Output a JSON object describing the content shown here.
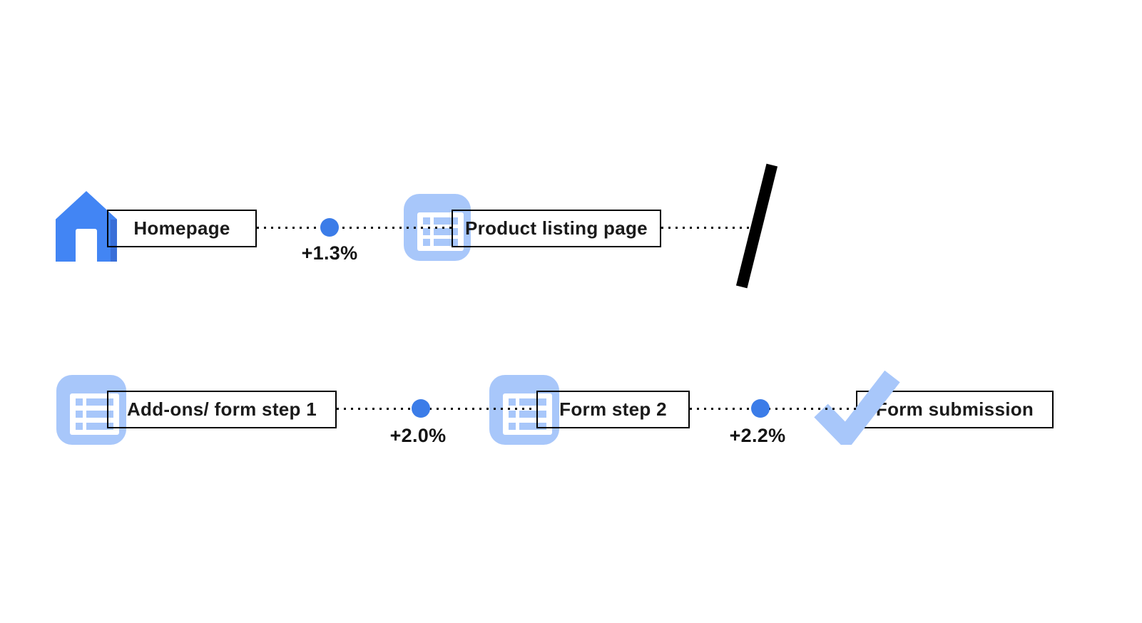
{
  "diagram": {
    "title": "conversion-funnel-flow",
    "rows": [
      {
        "steps": [
          {
            "icon": "home-icon",
            "label": "Homepage"
          },
          {
            "icon": "list-page-icon",
            "label": "Product listing page"
          }
        ],
        "connectors": [
          {
            "lift": "+1.3%"
          }
        ],
        "continuation": "slash"
      },
      {
        "steps": [
          {
            "icon": "list-page-icon",
            "label": "Add-ons/ form step 1"
          },
          {
            "icon": "list-page-icon",
            "label": "Form step 2"
          },
          {
            "icon": "check-icon",
            "label": "Form submission"
          }
        ],
        "connectors": [
          {
            "lift": "+2.0%"
          },
          {
            "lift": "+2.2%"
          }
        ]
      }
    ],
    "colors": {
      "step_blue": "#4285F4",
      "dot_blue": "#3B7CE8",
      "icon_light_blue": "#A8C7FA",
      "line_black": "#000000",
      "text_black": "#1A1A1A"
    }
  }
}
